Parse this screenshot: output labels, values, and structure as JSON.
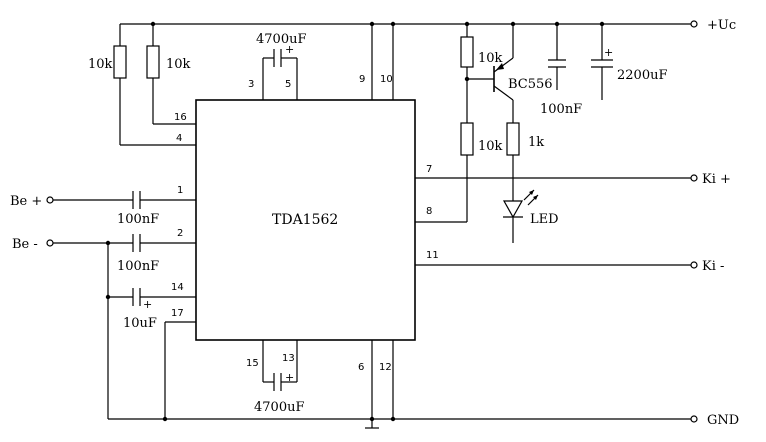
{
  "ic": {
    "name": "TDA1562"
  },
  "rails": {
    "supply": "+Uc",
    "ground": "GND"
  },
  "inputs": {
    "plus": "Be +",
    "minus": "Be -"
  },
  "outputs": {
    "plus": "Ki +",
    "minus": "Ki -"
  },
  "pins": {
    "p1": "1",
    "p2": "2",
    "p3": "3",
    "p4": "4",
    "p5": "5",
    "p6": "6",
    "p7": "7",
    "p8": "8",
    "p9": "9",
    "p10": "10",
    "p11": "11",
    "p12": "12",
    "p13": "13",
    "p14": "14",
    "p15": "15",
    "p16": "16",
    "p17": "17"
  },
  "components": {
    "r_left_a": "10k",
    "r_left_b": "10k",
    "c_top": "4700uF",
    "c_bottom": "4700uF",
    "c_in1": "100nF",
    "c_in2": "100nF",
    "c_in3": "10uF",
    "r_base": "10k",
    "r_base2": "10k",
    "r_led": "1k",
    "transistor": "BC556",
    "c_sup_small": "100nF",
    "c_sup_big": "2200uF",
    "led": "LED"
  },
  "polarity": {
    "plus": "+"
  }
}
